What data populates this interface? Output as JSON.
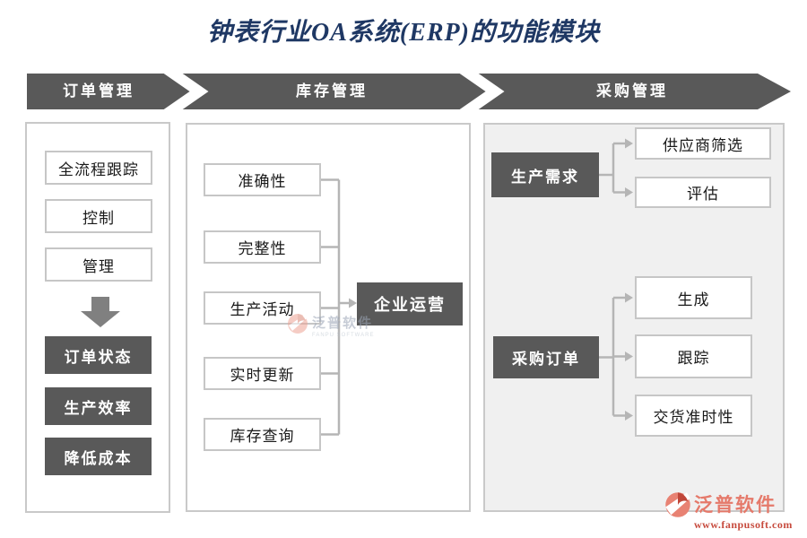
{
  "title": "钟表行业OA系统(ERP)的功能模块",
  "banners": [
    {
      "label": "订单管理"
    },
    {
      "label": "库存管理"
    },
    {
      "label": "采购管理"
    }
  ],
  "left_column": {
    "white_boxes": [
      "全流程跟踪",
      "控制",
      "管理"
    ],
    "dark_boxes": [
      "订单状态",
      "生产效率",
      "降低成本"
    ]
  },
  "middle_column": {
    "boxes": [
      "准确性",
      "完整性",
      "生产活动",
      "实时更新",
      "库存查询"
    ],
    "target": "企业运营"
  },
  "right_column": {
    "groups": [
      {
        "source": "生产需求",
        "targets": [
          "供应商筛选",
          "评估"
        ]
      },
      {
        "source": "采购订单",
        "targets": [
          "生成",
          "跟踪",
          "交货准时性"
        ]
      }
    ]
  },
  "watermark": {
    "text": "泛普软件",
    "subtext": "FANPU SOFTWARE"
  },
  "logo": {
    "text": "泛普软件",
    "url": "www.fanpusoft.com"
  },
  "colors": {
    "title_blue": "#1f3864",
    "dark_gray": "#595959",
    "box_border": "#c6c6c6",
    "connector": "#b5b5b5",
    "right_panel_bg": "#f0f0f0",
    "brand_salmon": "#e5796a",
    "brand_red": "#c74b3e"
  }
}
